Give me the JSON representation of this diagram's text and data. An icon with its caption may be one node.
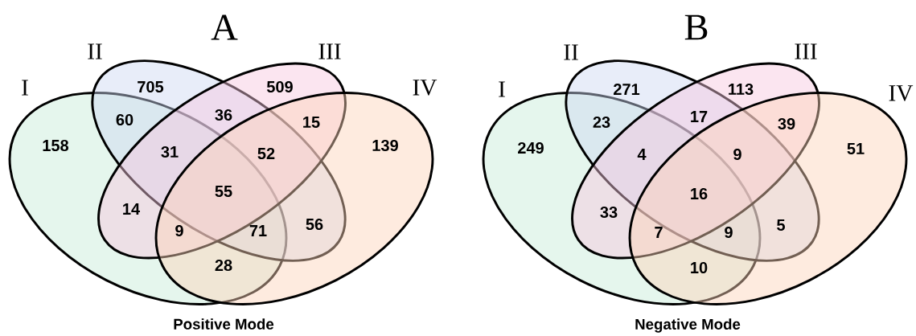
{
  "diagram": {
    "nodes": [
      {
        "text": [
          "I"
        ]
      },
      {
        "text": [
          "II"
        ]
      },
      {
        "text": [
          "III"
        ]
      },
      {
        "text": [
          "IV"
        ]
      },
      {
        "text": [
          "I"
        ]
      },
      {
        "text": [
          "II"
        ]
      },
      {
        "text": [
          "III"
        ]
      },
      {
        "text": [
          "IV"
        ]
      }
    ],
    "labels": [
      "A",
      "705",
      "509",
      "60",
      "36",
      "15",
      "158",
      "31",
      "52",
      "139",
      "55",
      "14",
      "56",
      "9",
      "71",
      "28",
      "Positive Mode",
      "B",
      "271",
      "113",
      "23",
      "17",
      "39",
      "249",
      "4",
      "9",
      "51",
      "16",
      "33",
      "5",
      "7",
      "9",
      "10",
      "Negative Mode"
    ]
  }
}
